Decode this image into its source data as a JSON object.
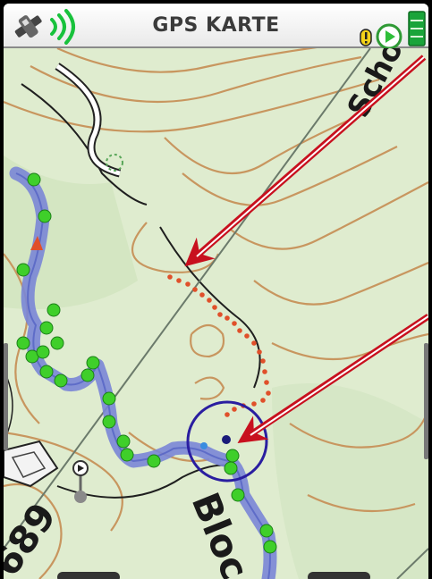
{
  "status_bar": {
    "title": "GPS KARTE",
    "icons": [
      "satellite-signal-icon",
      "warning-icon",
      "play-icon",
      "battery-icon"
    ]
  },
  "map": {
    "labels": [
      "Bloc",
      "689",
      "Scho"
    ],
    "colors": {
      "background": "#dfeccf",
      "contour": "#c8965f",
      "track": "#7a86d6",
      "track_points": "#3fcf2a",
      "planned_route": "#e0502a",
      "annotation_arrow": "#c8101e",
      "position_circle": "#2a1ea0"
    }
  }
}
